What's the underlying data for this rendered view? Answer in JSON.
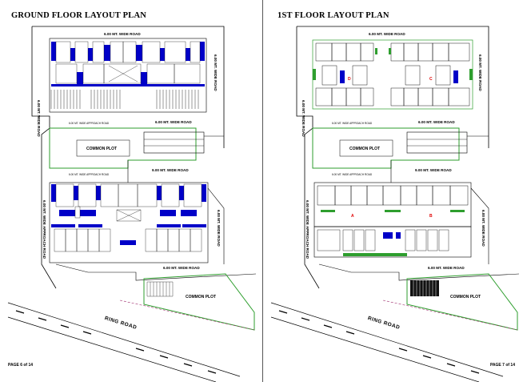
{
  "left_page": {
    "title": "GROUND FLOOR LAYOUT PLAN",
    "page_number": "PAGE 6 of 14",
    "top_road": "6.00 MT. WIDE ROAD",
    "left_road": "6.00 MT. WIDE ROAD",
    "right_road_top": "6.00 MT. WIDE ROAD",
    "middle_road": "6.00 MT. WIDE ROAD",
    "approach_road_1": "6.00 MT. WIDE APPROACH ROAD",
    "common_plot_center": "COMMON PLOT",
    "nine_road": "9.00 MT. WIDE ROAD",
    "approach_road_2": "6.00 MT. WIDE APPROACH ROAD",
    "left_approach_vertical": "6.00 MT. WIDE APPROACH ROAD",
    "right_road_bottom": "6.00 MT. WIDE ROAD",
    "bottom_road": "6.00 MT. WIDE ROAD",
    "common_plot_bottom": "COMMON PLOT",
    "ring_road": "RING ROAD"
  },
  "right_page": {
    "title": "1ST FLOOR LAYOUT PLAN",
    "page_number": "PAGE 7 of 14",
    "top_road": "6.00 MT. WIDE ROAD",
    "left_road": "6.00 MT. WIDE ROAD",
    "right_road_top": "6.00 MT. WIDE ROAD",
    "middle_road": "6.00 MT. WIDE ROAD",
    "approach_road_1": "6.00 MT. WIDE APPROACH ROAD",
    "common_plot_center": "COMMON PLOT",
    "nine_road": "9.00 MT. WIDE ROAD",
    "approach_road_2": "6.00 MT. WIDE APPROACH ROAD",
    "left_approach_vertical": "6.00 MT. WIDE APPROACH ROAD",
    "right_road_bottom": "6.00 MT. WIDE ROAD",
    "bottom_road": "6.00 MT. WIDE ROAD",
    "common_plot_bottom": "COMMON PLOT",
    "ring_road": "RING ROAD",
    "wing_labels": [
      "D",
      "C",
      "A",
      "B"
    ]
  },
  "colors": {
    "road_line": "#000000",
    "unit_fill": "#0000c8",
    "green_boundary": "#2e9e2e",
    "dash_magenta": "#a03070",
    "red_text": "#e00000",
    "black_fill": "#111111"
  }
}
